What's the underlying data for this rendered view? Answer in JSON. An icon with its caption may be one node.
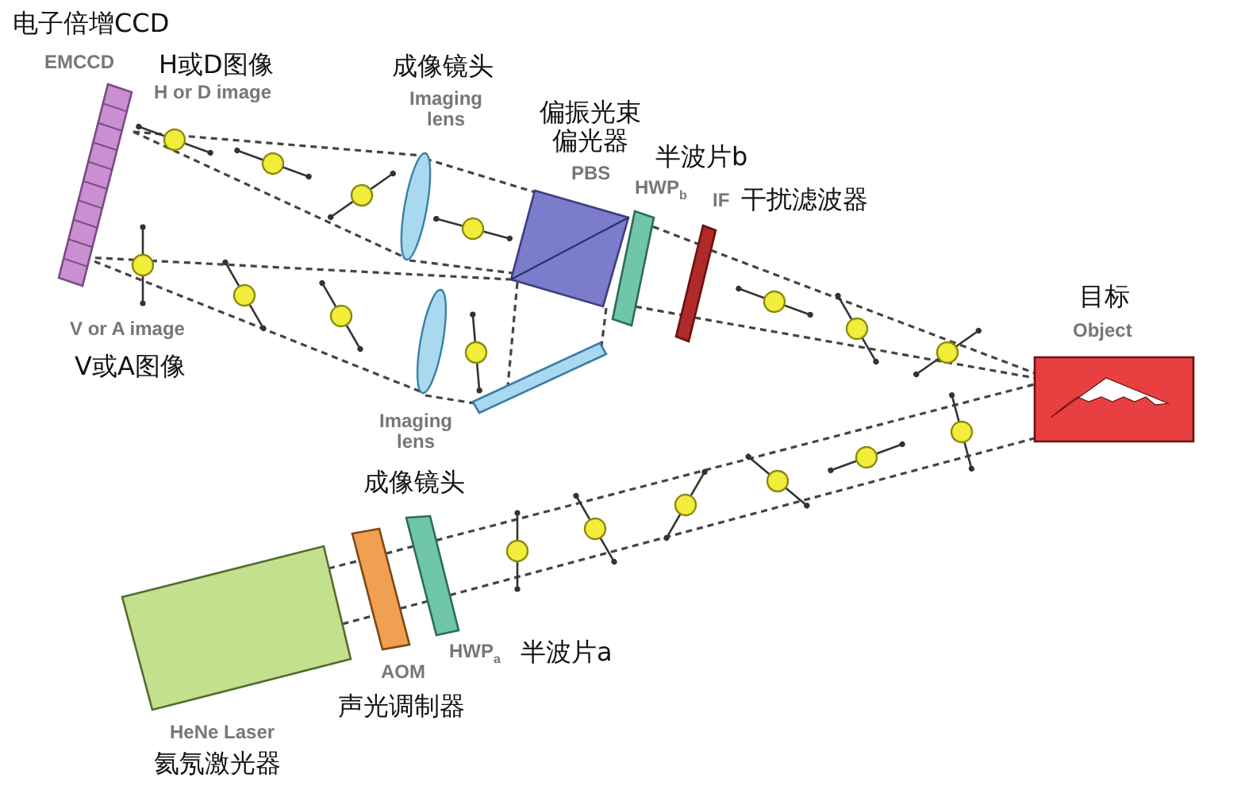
{
  "diagram": {
    "nodes": [
      {
        "text": [],
        "shape": "box",
        "beside": [
          "电子倍增CCD",
          "EMCCD"
        ]
      },
      {
        "text": [],
        "shape": "ellipse",
        "beside": [
          "成像镜头",
          "Imaging lens"
        ]
      },
      {
        "text": [],
        "shape": "box",
        "beside": [
          "偏振光束偏光器",
          "PBS"
        ]
      },
      {
        "text": [],
        "shape": "bar",
        "beside": [
          "半波片b",
          "HWP$_{b}$"
        ]
      },
      {
        "text": [],
        "shape": "bar",
        "beside": [
          "IF",
          "干扰滤波器"
        ]
      },
      {
        "text": [],
        "shape": "box",
        "beside": [
          "目标",
          "Object"
        ]
      },
      {
        "text": [],
        "shape": "ellipse",
        "beside": [
          "Imaging lens",
          "成像镜头"
        ]
      },
      {
        "text": [],
        "shape": "bar"
      },
      {
        "text": [],
        "shape": "bar",
        "beside": [
          "HWP$_{a}$",
          "半波片a"
        ]
      },
      {
        "text": [],
        "shape": "bar",
        "beside": [
          "AOM",
          "声光调制器"
        ]
      },
      {
        "text": [],
        "shape": "box",
        "beside": [
          "HeNe Laser",
          "氦氖激光器"
        ]
      }
    ],
    "edges": [
      {
        "from": 0,
        "to": 1,
        "arrow": "none"
      },
      {
        "from": 0,
        "to": 1,
        "arrow": "none"
      },
      {
        "from": 1,
        "to": 2,
        "arrow": "none"
      },
      {
        "from": 1,
        "to": 2,
        "arrow": "none"
      },
      {
        "from": 0,
        "to": 2,
        "arrow": "none"
      },
      {
        "from": 0,
        "to": 6,
        "arrow": "none"
      },
      {
        "from": 6,
        "to": 7,
        "arrow": "none"
      },
      {
        "from": 2,
        "to": 7,
        "arrow": "none"
      },
      {
        "from": 2,
        "to": 7,
        "arrow": "none"
      },
      {
        "from": 3,
        "to": 4,
        "arrow": "none"
      },
      {
        "from": 3,
        "to": 4,
        "arrow": "none"
      },
      {
        "from": 4,
        "to": 5,
        "arrow": "none"
      },
      {
        "from": 4,
        "to": 5,
        "arrow": "none"
      },
      {
        "from": 10,
        "to": 9,
        "arrow": "none"
      },
      {
        "from": 10,
        "to": 9,
        "arrow": "none"
      },
      {
        "from": 9,
        "to": 8,
        "arrow": "none"
      },
      {
        "from": 9,
        "to": 8,
        "arrow": "none"
      },
      {
        "from": 8,
        "to": 5,
        "arrow": "none"
      },
      {
        "from": 8,
        "to": 5,
        "arrow": "none"
      }
    ],
    "labels": [
      "H或D图像",
      "H or D image",
      "V or A image",
      "V或A图像"
    ]
  }
}
